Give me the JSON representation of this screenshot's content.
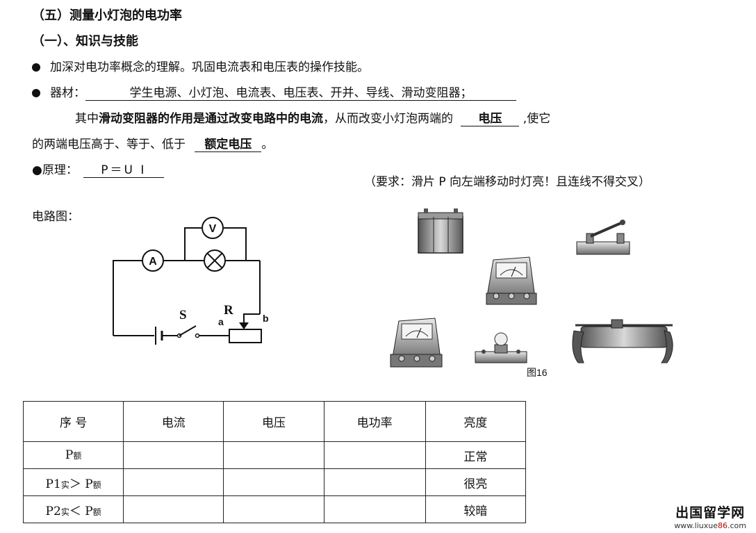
{
  "heading_five": "（五）测量小灯泡的电功率",
  "heading_one": "（一）、知识与技能",
  "bullet1": "加深对电功率概念的理解。巩固电流表和电压表的操作技能。",
  "equipment_label": "器材：",
  "equipment_value": "学生电源、小灯泡、电流表、电压表、开并、导线、滑动变阻器；",
  "rheostat": {
    "prefix": "其中",
    "bold": "滑动变阻器的作用是通过改变电路中的电流",
    "middle": "，从而改变小灯泡两端的",
    "blank1": "电压",
    "suffix": " ,使它",
    "line2_prefix": "的两端电压高于、等于、低于",
    "blank2": "额定电压",
    "line2_suffix": "。"
  },
  "principle_label": "●原理：",
  "principle_value": "P＝U I",
  "requirement": "（要求：滑片 P 向左端移动时灯亮！且连线不得交叉）",
  "circuit_label": "电路图：",
  "circuit": {
    "voltmeter": "V",
    "ammeter": "A",
    "switch": "S",
    "rheostat": "R",
    "end_a": "a",
    "end_b": "b"
  },
  "figure_caption": "图16",
  "table": {
    "headers": [
      "序 号",
      "电流",
      "电压",
      "电功率",
      "亮度"
    ],
    "rows": [
      {
        "label_main": "P",
        "label_sub": "额",
        "brightness": "正常"
      },
      {
        "label_main": "P",
        "label_num": "1",
        "label_sub": "实",
        "label_mid": "＞ P",
        "label_sub2": "额",
        "brightness": "很亮"
      },
      {
        "label_main": "P",
        "label_num": "2",
        "label_sub": "实",
        "label_mid": "＜ P",
        "label_sub2": "额",
        "brightness": "较暗"
      }
    ]
  },
  "watermark": {
    "line1": "出国留学网",
    "line2_a": "www.liuxue",
    "line2_b": "86",
    "line2_c": ".com"
  }
}
